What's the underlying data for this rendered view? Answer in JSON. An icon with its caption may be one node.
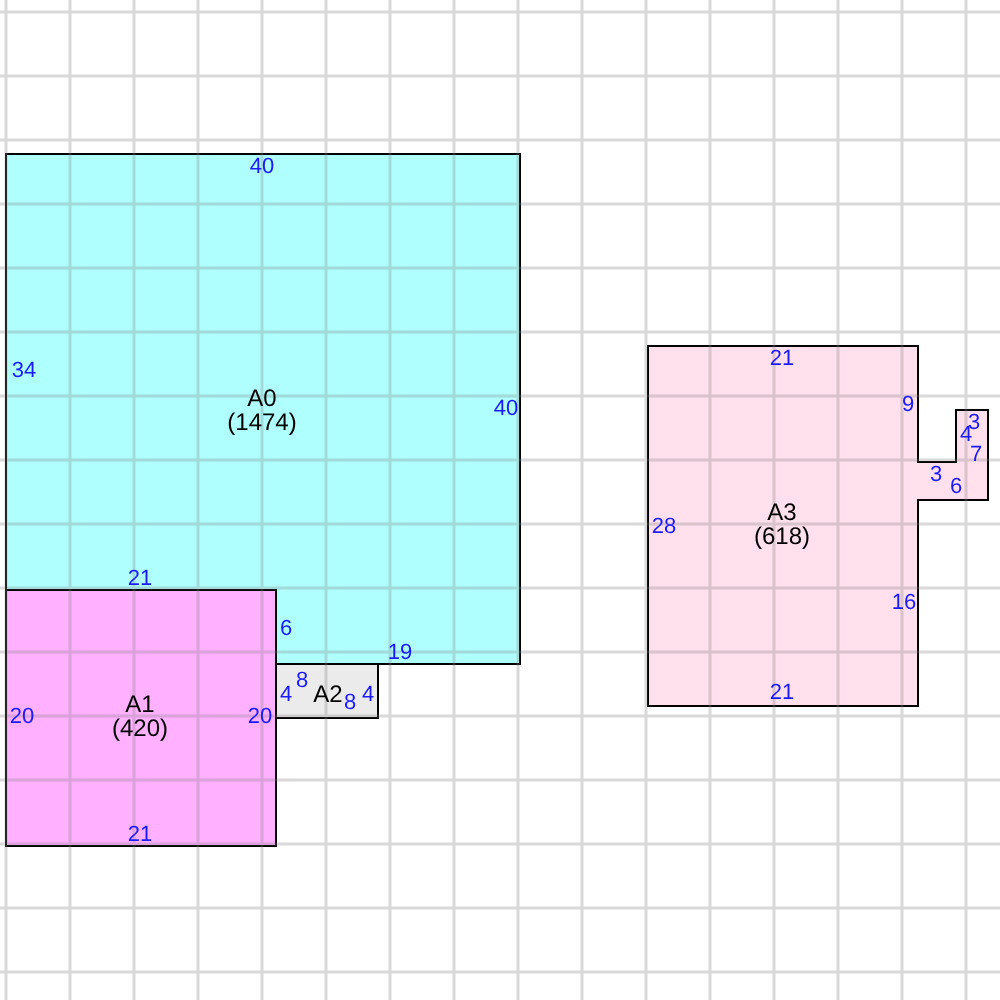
{
  "diagram": {
    "nodes": [
      {
        "text": [
          "A0",
          "(1474)"
        ]
      },
      {
        "text": [
          "A1",
          "(420)"
        ]
      },
      {
        "text": [
          "A2"
        ]
      },
      {
        "text": [
          "A3",
          "(618)"
        ]
      }
    ],
    "labels": [
      "40",
      "21",
      "9",
      "3",
      "4",
      "34",
      "40",
      "7",
      "3",
      "6",
      "28",
      "21",
      "16",
      "6",
      "19",
      "8",
      "20",
      "4",
      "20",
      "8",
      "4",
      "21",
      "21"
    ]
  }
}
